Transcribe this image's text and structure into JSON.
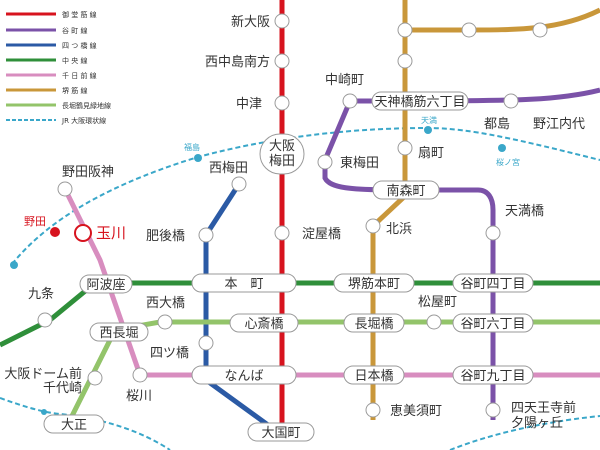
{
  "legend": [
    {
      "label": "御 堂 筋 線",
      "color": "#d7131e",
      "style": "solid"
    },
    {
      "label": "谷 町 線",
      "color": "#7b52a8",
      "style": "solid"
    },
    {
      "label": "四 つ 橋 線",
      "color": "#2b5aa5",
      "style": "solid"
    },
    {
      "label": "中 央 線",
      "color": "#2f8f3a",
      "style": "solid"
    },
    {
      "label": "千 日 前 線",
      "color": "#d88dbf",
      "style": "solid"
    },
    {
      "label": "堺 筋 線",
      "color": "#c9973a",
      "style": "solid"
    },
    {
      "label": "長堀鶴見緑地線",
      "color": "#93c46a",
      "style": "solid"
    },
    {
      "label": "JR 大阪環状線",
      "color": "#3aa7c9",
      "style": "dashed"
    }
  ],
  "stations": {
    "shin_osaka": "新大阪",
    "nishinakajima": "西中島南方",
    "nakatsu": "中津",
    "osaka_umeda": "大阪\n梅田",
    "yodoyabashi": "淀屋橋",
    "hommachi": "本　町",
    "shinsaibashi": "心斎橋",
    "namba": "なんば",
    "daikokucho": "大国町",
    "nakazakicho": "中崎町",
    "tenjinbashi": "天神橋筋六丁目",
    "higashi_umeda": "東梅田",
    "ogimachi": "扇町",
    "minami_morimachi": "南森町",
    "kitahama": "北浜",
    "sakaisuji_hommachi": "堺筋本町",
    "nagahoribashi": "長堀橋",
    "nippombashi": "日本橋",
    "ebisucho": "恵美須町",
    "miyakojima": "都島",
    "noe_uchindai": "野江内代",
    "tenmabashi": "天満橋",
    "tanimachi4": "谷町四丁目",
    "tanimachi6": "谷町六丁目",
    "tanimachi9": "谷町九丁目",
    "matsuyamachi": "松屋町",
    "shitennoji": "四天王寺前\n夕陽ヶ丘",
    "nishi_umeda": "西梅田",
    "higobashi": "肥後橋",
    "yotsubashi": "四ツ橋",
    "nishi_ohashi": "西大橋",
    "nishi_nagahori": "西長堀",
    "awaza": "阿波座",
    "kujo": "九条",
    "sakuragawa": "桜川",
    "osaka_dome": "大阪ドーム前\n千代崎",
    "taisho": "大正",
    "noda_hanshin": "野田阪神",
    "noda": "野田",
    "tamagawa": "玉川",
    "fukushima": "福島",
    "tenma": "天満",
    "sakuranomiya": "桜ノ宮"
  }
}
